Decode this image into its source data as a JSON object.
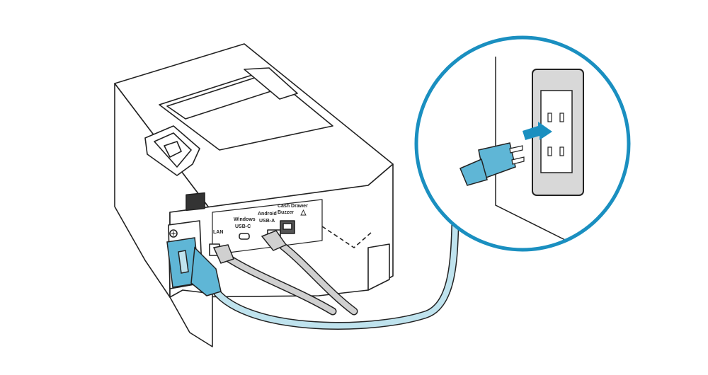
{
  "ports": {
    "lan": "LAN",
    "windows_line1": "Windows",
    "windows_line2": "USB-C",
    "android_line1": "Android",
    "android_line2": "USB-A",
    "drawer_line1": "Cash Drawer",
    "drawer_line2": "Buzzer"
  },
  "colors": {
    "outline": "#222222",
    "cable_power": "#bfe3ee",
    "plug": "#5fb6d6",
    "callout_ring": "#1a8fc0",
    "arrow": "#1a8fc0",
    "cable_gray": "#d0d0d0",
    "outlet_bg": "#d8d8d8"
  },
  "icons": {
    "warning": "warning-triangle-icon",
    "ground": "ground-screw-icon",
    "arrow": "insert-arrow-icon"
  }
}
